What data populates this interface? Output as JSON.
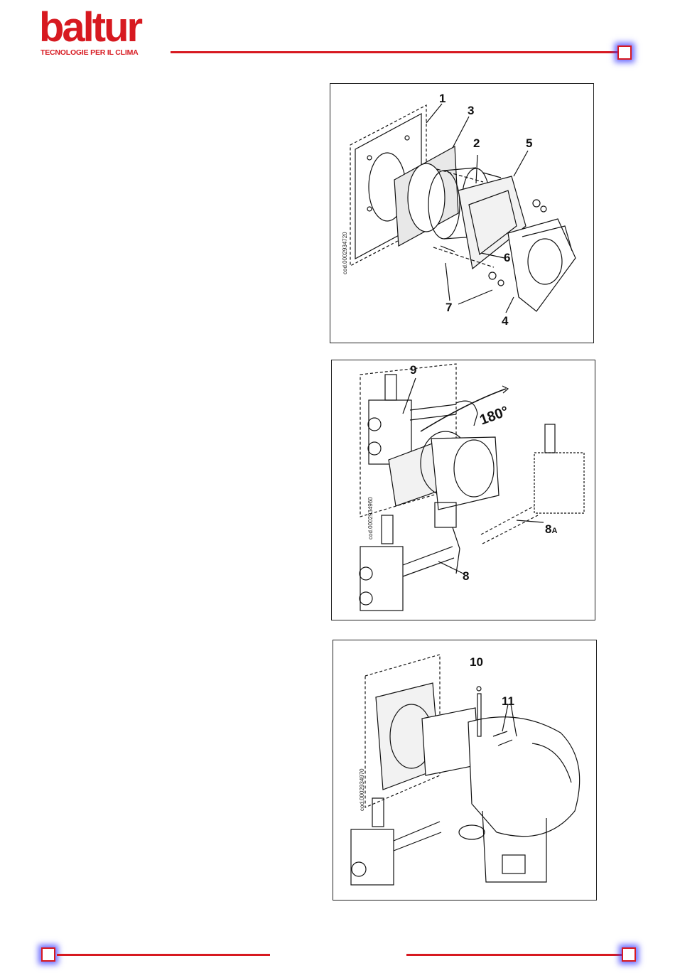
{
  "header": {
    "logo_text": "baltur",
    "tagline": "TECNOLOGIE PER IL CLIMA"
  },
  "colors": {
    "brand_red": "#d71920",
    "glow_blue": "#3c3cff"
  },
  "figures": [
    {
      "code": "cod.0002934720",
      "callouts": [
        "1",
        "2",
        "3",
        "4",
        "5",
        "6",
        "7"
      ]
    },
    {
      "code": "cod.0002934960",
      "callouts": [
        "9",
        "8",
        "8"
      ],
      "callout_8a_sub": "A",
      "angle_label": "180°"
    },
    {
      "code": "cod.0002934970",
      "callouts": [
        "10",
        "11"
      ]
    }
  ]
}
